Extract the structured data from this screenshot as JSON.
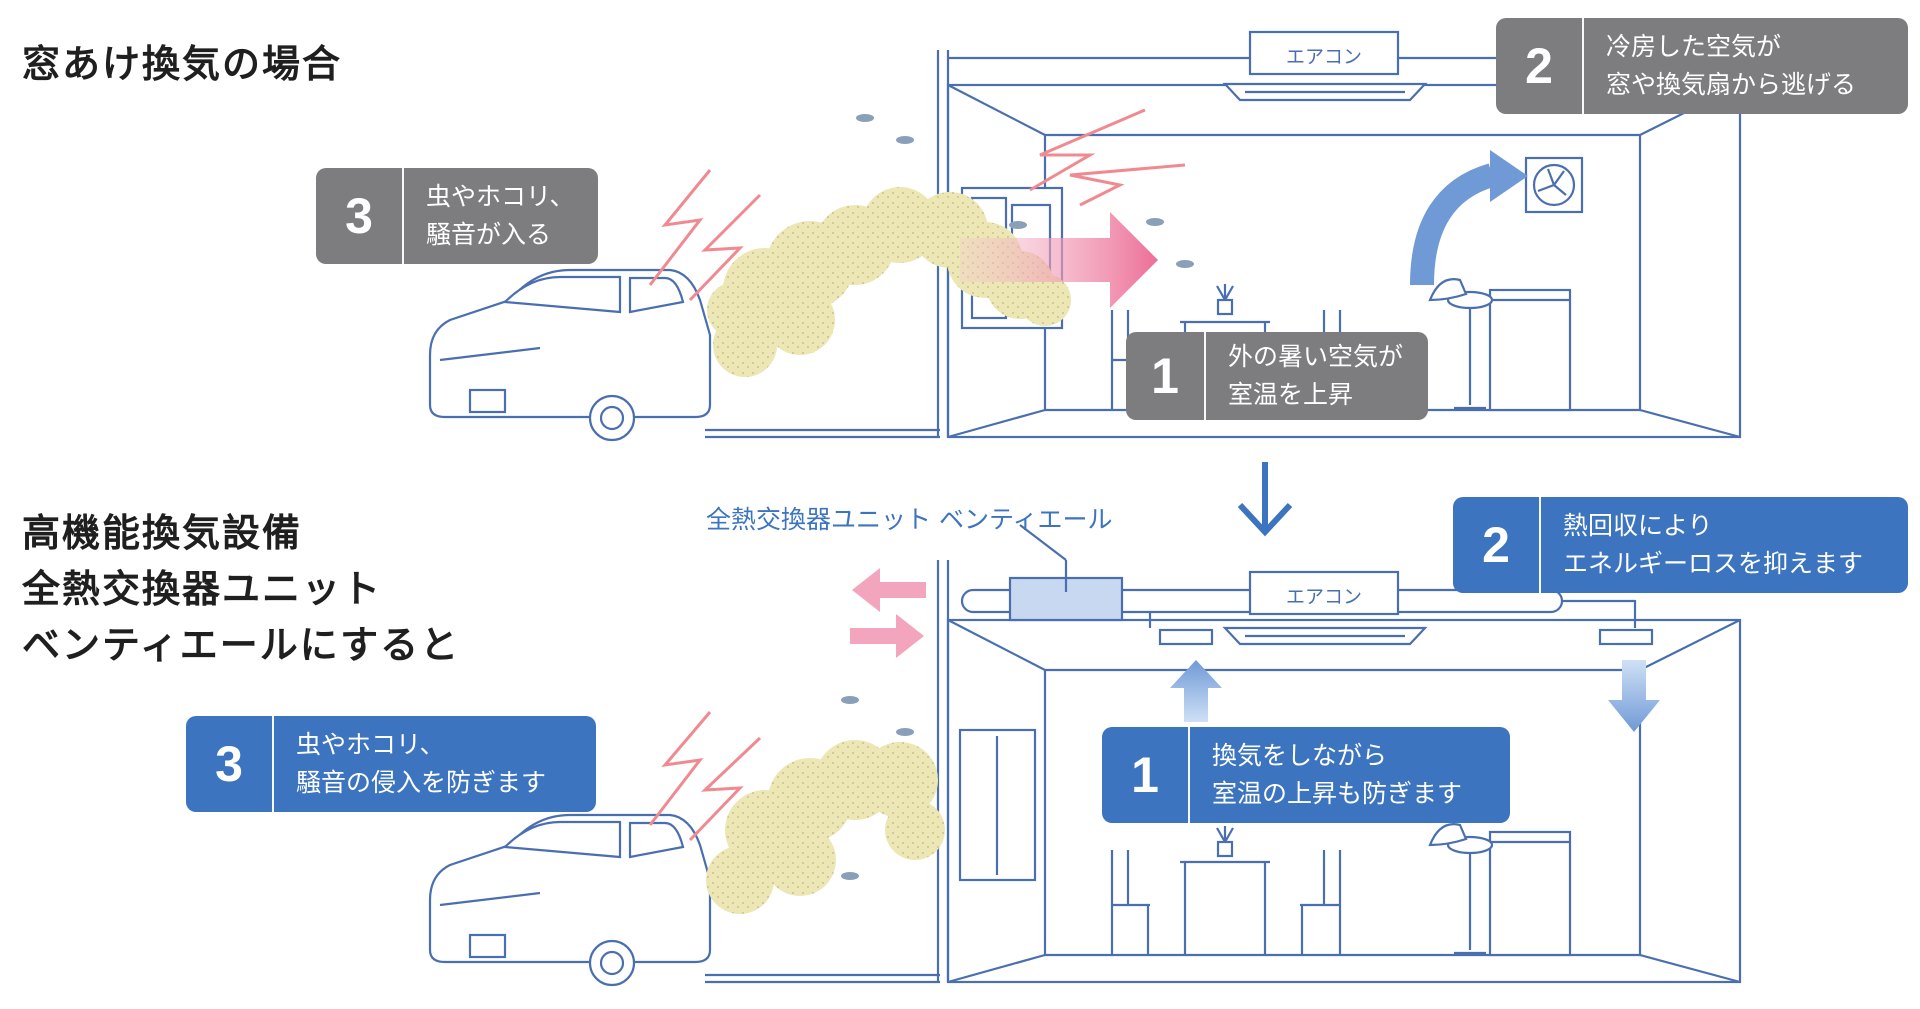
{
  "top": {
    "heading": "窓あけ換気の場合",
    "aircon_label": "エアコン",
    "callouts": [
      {
        "num": "1",
        "lines": [
          "外の暑い空気が",
          "室温を上昇"
        ]
      },
      {
        "num": "2",
        "lines": [
          "冷房した空気が",
          "窓や換気扇から逃げる"
        ]
      },
      {
        "num": "3",
        "lines": [
          "虫やホコリ、",
          "騒音が入る"
        ]
      }
    ]
  },
  "bottom": {
    "heading": [
      "高機能換気設備",
      "全熱交換器ユニット",
      "ベンティエールにすると"
    ],
    "unit_label": "全熱交換器ユニット ベンティエール",
    "aircon_label": "エアコン",
    "callouts": [
      {
        "num": "1",
        "lines": [
          "換気をしながら",
          "室温の上昇も防ぎます"
        ]
      },
      {
        "num": "2",
        "lines": [
          "熱回収により",
          "エネルギーロスを抑えます"
        ]
      },
      {
        "num": "3",
        "lines": [
          "虫やホコリ、",
          "騒音の侵入を防ぎます"
        ]
      }
    ]
  },
  "colors": {
    "line": "#4a6fb0",
    "gray_box": "#7d7d80",
    "blue_box": "#3d74bf",
    "pink_arrow": "#ee7fa0",
    "blue_arrow": "#6f9ad6",
    "dust": "#ece7b4",
    "lightning": "#f08a90"
  },
  "icons": [
    "car-icon",
    "dust-cloud-icon",
    "lightning-icon",
    "insect-icon",
    "ventilation-fan-icon",
    "air-conditioner-icon",
    "chair-icon",
    "table-icon",
    "plant-icon",
    "window-icon",
    "heat-exchanger-unit-icon",
    "down-arrow-icon"
  ]
}
